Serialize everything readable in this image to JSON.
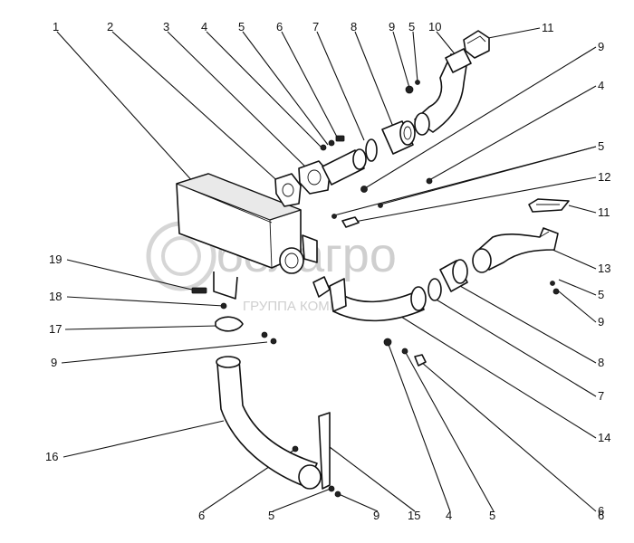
{
  "watermark": {
    "brand": "белагро",
    "subtitle": "ГРУППА КОМПАНИИ"
  },
  "callouts": [
    {
      "id": "c1",
      "text": "1"
    },
    {
      "id": "c2",
      "text": "2"
    },
    {
      "id": "c3",
      "text": "3"
    },
    {
      "id": "c4a",
      "text": "4"
    },
    {
      "id": "c5a",
      "text": "5"
    },
    {
      "id": "c6a",
      "text": "6"
    },
    {
      "id": "c7a",
      "text": "7"
    },
    {
      "id": "c8a",
      "text": "8"
    },
    {
      "id": "c9a",
      "text": "9"
    },
    {
      "id": "c5b",
      "text": "5"
    },
    {
      "id": "c10",
      "text": "10"
    },
    {
      "id": "c11a",
      "text": "11"
    },
    {
      "id": "c9b",
      "text": "9"
    },
    {
      "id": "c4b",
      "text": "4"
    },
    {
      "id": "c5c",
      "text": "5"
    },
    {
      "id": "c12",
      "text": "12"
    },
    {
      "id": "c11b",
      "text": "11"
    },
    {
      "id": "c13",
      "text": "13"
    },
    {
      "id": "c5d",
      "text": "5"
    },
    {
      "id": "c9c",
      "text": "9"
    },
    {
      "id": "c8b",
      "text": "8"
    },
    {
      "id": "c7b",
      "text": "7"
    },
    {
      "id": "c14",
      "text": "14"
    },
    {
      "id": "c6b",
      "text": "6"
    },
    {
      "id": "c19",
      "text": "19"
    },
    {
      "id": "c18",
      "text": "18"
    },
    {
      "id": "c17",
      "text": "17"
    },
    {
      "id": "c9d",
      "text": "9"
    },
    {
      "id": "c16",
      "text": "16"
    },
    {
      "id": "c6c",
      "text": "6"
    },
    {
      "id": "c5e",
      "text": "5"
    },
    {
      "id": "c9e",
      "text": "9"
    },
    {
      "id": "c15",
      "text": "15"
    },
    {
      "id": "c4c",
      "text": "4"
    },
    {
      "id": "c5f",
      "text": "5"
    },
    {
      "id": "c6d",
      "text": "6"
    }
  ]
}
